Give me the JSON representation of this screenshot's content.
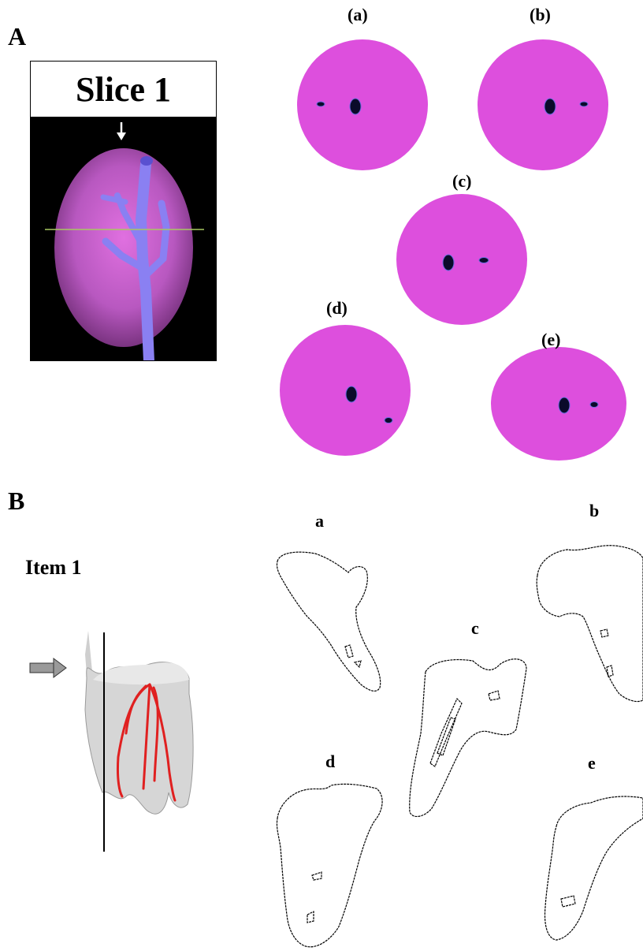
{
  "panel_a": {
    "letter": "A",
    "slice_title": "Slice 1",
    "sub_labels": [
      "(a)",
      "(b)",
      "(c)",
      "(d)",
      "(e)"
    ],
    "colors": {
      "cross_section": "#dd4fdd",
      "canal": "#0a0a2a",
      "vessel": "#8a7ef0",
      "tooth_volume": "#c060d0",
      "slice_line": "#9fc060"
    },
    "icons": [
      "down-arrow-icon"
    ]
  },
  "panel_b": {
    "letter": "B",
    "item_label": "Item 1",
    "sub_labels": [
      "a",
      "b",
      "c",
      "d",
      "e"
    ],
    "colors": {
      "tooth": "#d8d8d8",
      "canals": "#e02020",
      "arrow": "#909090"
    },
    "icons": [
      "right-arrow-icon"
    ]
  }
}
